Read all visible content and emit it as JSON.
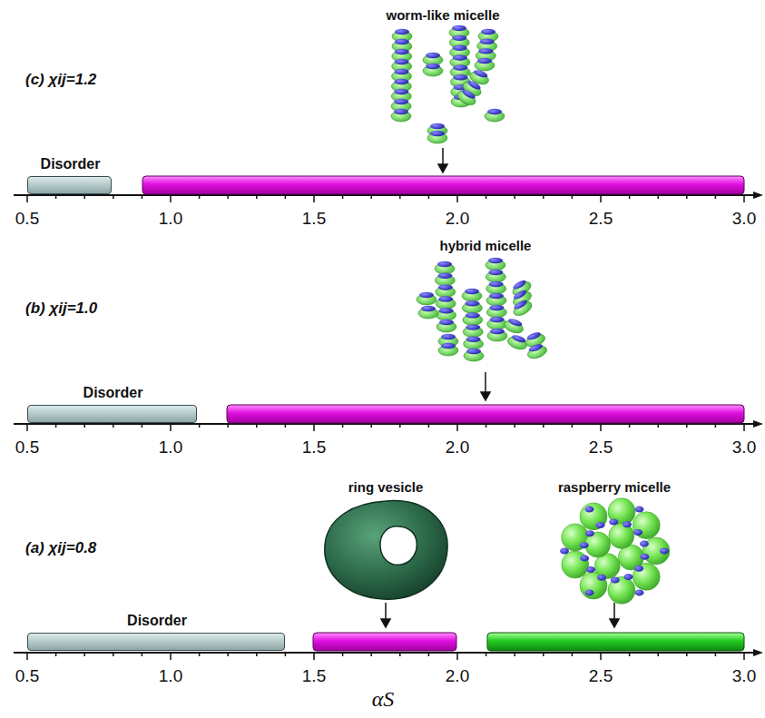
{
  "diagram": {
    "nodes": [
      {
        "text": [
          "Disorder"
        ]
      },
      {
        "text": [
          "Disorder"
        ]
      },
      {
        "text": [
          "Disorder"
        ]
      }
    ],
    "labels": [
      "(c) χij=1.2",
      "worm-like micelle",
      "0.5",
      "1.0",
      "1.5",
      "2.0",
      "2.5",
      "3.0",
      "(b) χij=1.0",
      "hybrid micelle",
      "0.5",
      "1.0",
      "1.5",
      "2.0",
      "2.5",
      "3.0",
      "(a) χij=0.8",
      "ring vesicle",
      "raspberry micelle",
      "0.5",
      "1.0",
      "1.5",
      "2.0",
      "2.5",
      "3.0",
      "αS"
    ]
  }
}
